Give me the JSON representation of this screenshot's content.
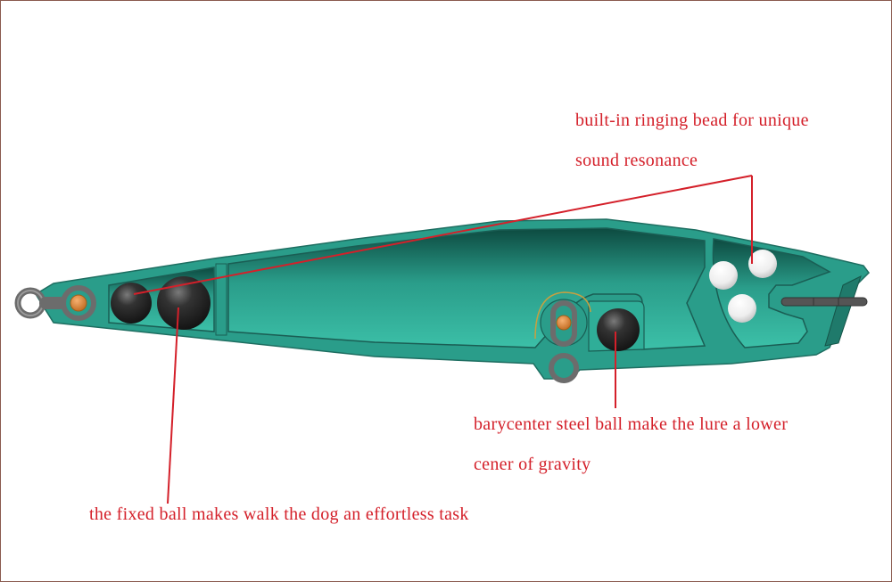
{
  "diagram": {
    "subject": "fishing lure cross-section (walk-the-dog pencil popper)",
    "colors": {
      "body": "#2a9d8a",
      "body_dark": "#0d4a40",
      "body_light": "#3cc0a8",
      "annotation": "#d4202a",
      "steel_ball": "#2a2a2a",
      "rattle_bead": "#f2f2f2",
      "hardware": "#6c6c6c",
      "pin": "#e08c3c"
    }
  },
  "annotations": [
    {
      "id": "ringing-bead",
      "lines": [
        "built-in ringing bead for unique",
        "sound resonance"
      ]
    },
    {
      "id": "barycenter-ball",
      "lines": [
        "barycenter steel ball make the lure a lower",
        "cener of gravity"
      ]
    },
    {
      "id": "fixed-ball",
      "lines": [
        "the fixed ball makes walk the dog an effortless task"
      ]
    }
  ],
  "components": {
    "line_tie_eye": "front split eye",
    "belly_hook_eye": "belly hook hanger",
    "tail_wire": "tail wire",
    "fixed_balls": 2,
    "barycenter_balls": 1,
    "rattle_beads": 3
  }
}
